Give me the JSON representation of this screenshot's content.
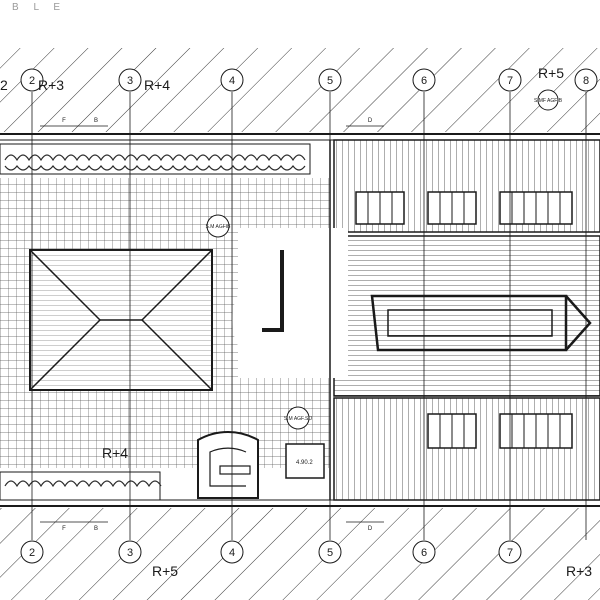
{
  "header": {
    "fragment": "B L E"
  },
  "levels": {
    "top_left_1": "R+3",
    "top_left_2": "R+4",
    "top_right": "R+5",
    "courtyard": "R+4",
    "bottom_mid": "R+5",
    "bottom_right": "R+3",
    "left_edge_fragment": "2"
  },
  "grid_axes": [
    "2",
    "3",
    "4",
    "5",
    "6",
    "7",
    "8"
  ],
  "markers": {
    "top_right_code": "S.MF\nAGFIB",
    "courtyard_code": "S.M\nAGFIB",
    "stair_code": "S.M\nAGF.SO",
    "stair_box": "4.90.2"
  },
  "dims": {
    "top_a": "F",
    "top_b": "B",
    "top_c": "D",
    "bot_a": "F",
    "bot_b": "B",
    "bot_c": "D"
  },
  "colors": {
    "ink": "#1a1a1a",
    "hatch": "#3a3a3a",
    "paper": "#ffffff"
  }
}
